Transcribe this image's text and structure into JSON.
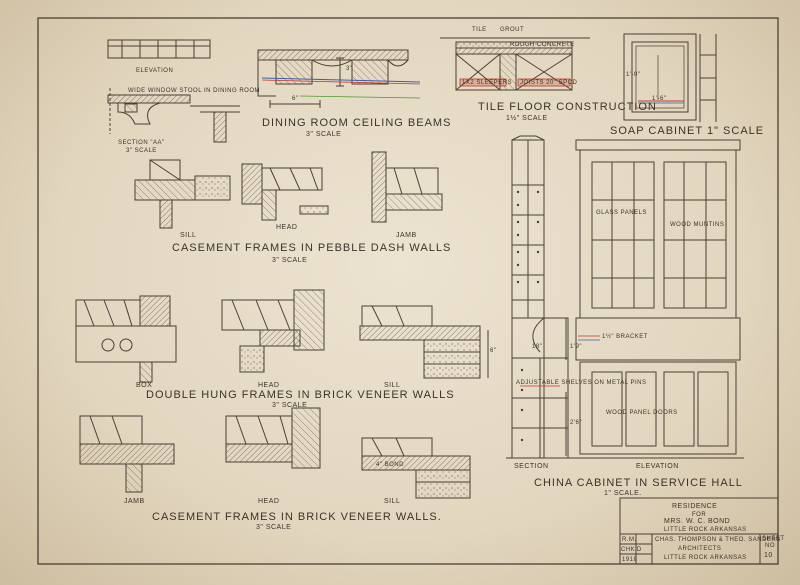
{
  "labels": {
    "elevation_top": "Elevation",
    "window_stool": "Wide Window Stool in Dining Room",
    "section_aa": "Section \"AA\"",
    "section_aa_scale": "3\" Scale",
    "dining_title": "Dining Room Ceiling Beams",
    "dining_scale": "3\" Scale",
    "dim_6": "6\"",
    "dim_3": "3\"",
    "tile": "Tile",
    "grout": "Grout",
    "rough_concrete": "Rough Concrete",
    "sleepers": "1x2 Sleepers",
    "joists": "Joists 20\" Spcd",
    "tile_title": "Tile Floor Construction",
    "tile_scale": "1½\" Scale",
    "soap_title": "Soap Cabinet 1\" Scale",
    "soap_dim1": "1'-0\"",
    "soap_dim2": "1'-6\"",
    "sill1": "Sill",
    "head1": "Head",
    "jamb1": "Jamb",
    "casement_title1": "Casement Frames in Pebble Dash Walls",
    "casement_scale1": "3\" Scale",
    "box": "Box",
    "head2": "Head",
    "sill2": "Sill",
    "dh_title": "Double Hung Frames in Brick Veneer Walls",
    "dh_scale": "3\" Scale",
    "dim_6b": "6\"",
    "jamb2": "Jamb",
    "head3": "Head",
    "sill3": "Sill",
    "bond": "4\" Bond",
    "casement_title2": "Casement Frames in Brick Veneer Walls.",
    "casement_scale2": "3\" Scale",
    "glass_panels": "Glass Panels",
    "wood_muntins": "Wood Muntins",
    "bracket": "1½\" Bracket",
    "dim_18": "18\"",
    "dim_19": "1'9\"",
    "adjustable_shelves": "Adjustable Shelves on Metal Pins",
    "wood_panel_doors": "Wood Panel Doors",
    "dim_26": "2'6\"",
    "section_lbl": "Section",
    "elevation_lbl": "Elevation",
    "china_title": "China Cabinet in Service Hall",
    "china_scale": "1\" Scale."
  },
  "title_block": {
    "residence": "Residence",
    "for": "for",
    "owner": "Mrs. W. C. Bond",
    "place": "Little Rock Arkansas",
    "architects": "Chas. Thompson & Theo. Sanders",
    "architects_role": "Architects",
    "arch_place": "Little Rock Arkansas",
    "cell_a": "R.M.",
    "cell_b": "Chk'd",
    "cell_c": "1918",
    "sheet_lbl": "Sheet",
    "no_lbl": "No",
    "sheet_no": "10"
  },
  "colors": {
    "paper": "#e4dac5",
    "ink": "#4a4033",
    "accent_red": "#c0392b",
    "accent_blue": "#3a5fa8",
    "accent_green": "#4c9a2a"
  }
}
